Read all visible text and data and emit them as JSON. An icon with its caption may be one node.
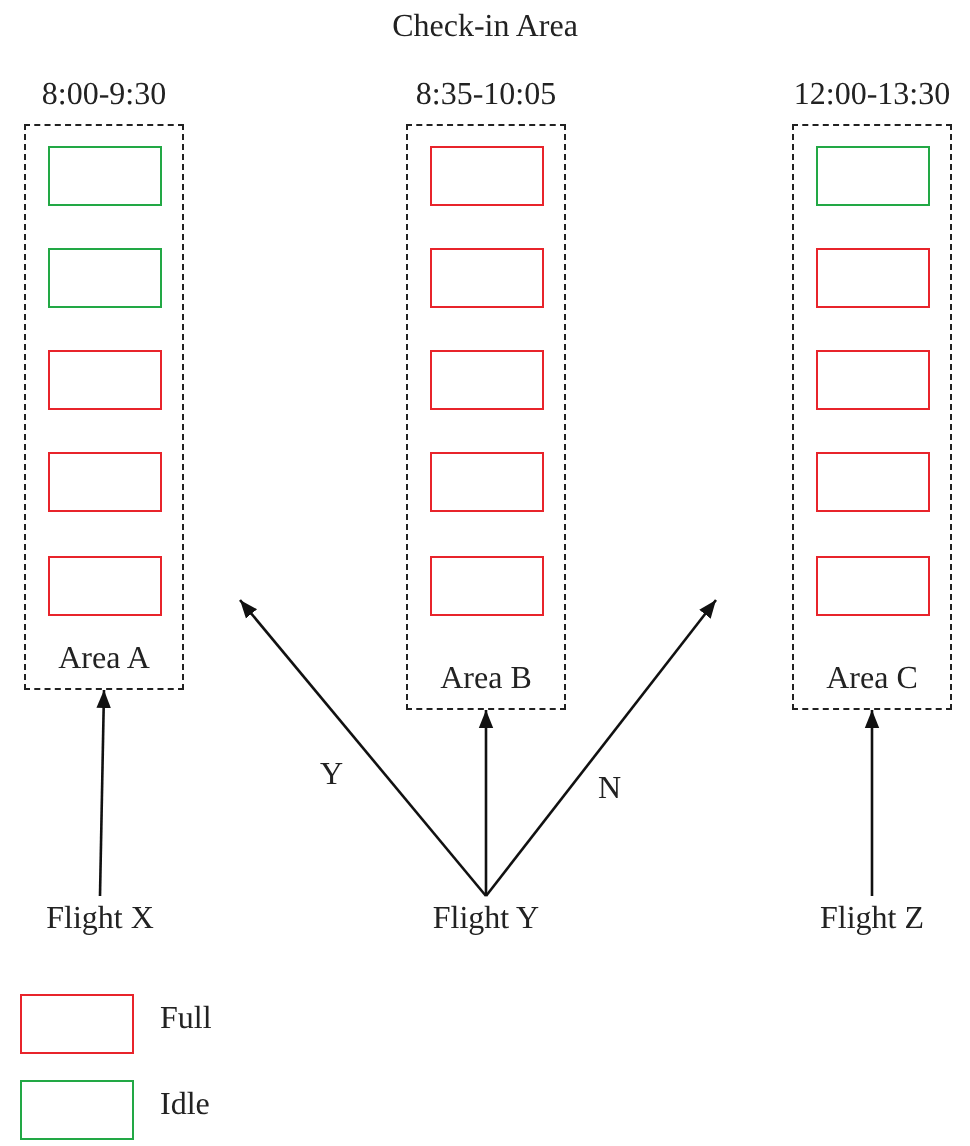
{
  "diagram": {
    "title": "Check-in Area",
    "nodes": [
      {
        "text": [
          "Area A"
        ],
        "beside": [
          "8:00-9:30"
        ]
      },
      {
        "text": [],
        "shape": "box",
        "in": 0
      },
      {
        "text": [],
        "shape": "box",
        "in": 0
      },
      {
        "text": [],
        "shape": "box",
        "in": 0
      },
      {
        "text": [],
        "shape": "box",
        "in": 0
      },
      {
        "text": [],
        "shape": "box",
        "in": 0
      },
      {
        "text": [
          "Area B"
        ],
        "beside": [
          "8:35-10:05"
        ]
      },
      {
        "text": [],
        "shape": "box",
        "in": 6
      },
      {
        "text": [],
        "shape": "box",
        "in": 6
      },
      {
        "text": [],
        "shape": "box",
        "in": 6
      },
      {
        "text": [],
        "shape": "box",
        "in": 6
      },
      {
        "text": [],
        "shape": "box",
        "in": 6
      },
      {
        "text": [
          "Area C"
        ],
        "beside": [
          "12:00-13:30"
        ]
      },
      {
        "text": [],
        "shape": "box",
        "in": 12
      },
      {
        "text": [],
        "shape": "box",
        "in": 12
      },
      {
        "text": [],
        "shape": "box",
        "in": 12
      },
      {
        "text": [],
        "shape": "box",
        "in": 12
      },
      {
        "text": [],
        "shape": "box",
        "in": 12
      },
      {
        "text": [
          "Flight X"
        ]
      },
      {
        "text": [
          "Flight Y"
        ]
      },
      {
        "text": [
          "Flight Z"
        ]
      }
    ],
    "edges": [
      {
        "from": 18,
        "to": 0,
        "arrow": "to"
      },
      {
        "from": 19,
        "to": null,
        "arrow": "to",
        "label": "Y"
      },
      {
        "from": 19,
        "to": 6,
        "arrow": "to"
      },
      {
        "from": 19,
        "to": null,
        "arrow": "to",
        "label": "N"
      },
      {
        "from": 20,
        "to": 12,
        "arrow": "to"
      }
    ],
    "legend": [
      {
        "text": "Full",
        "color": "#e8242b"
      },
      {
        "text": "Idle",
        "color": "#22a845"
      }
    ]
  }
}
